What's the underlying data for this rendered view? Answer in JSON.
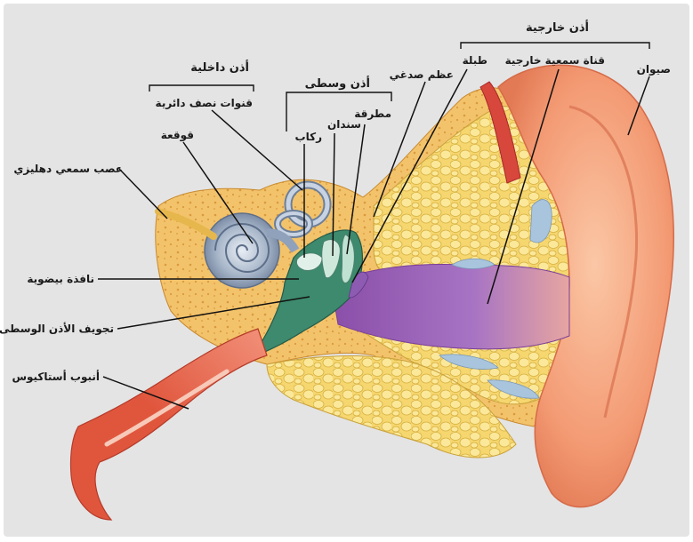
{
  "groups": {
    "outer_ear": "أذن خارجية",
    "middle_ear": "أذن وسطى",
    "inner_ear": "أذن داخلية"
  },
  "labels": {
    "pinna": "صيوان",
    "ear_canal": "قناة سمعية خارجية",
    "eardrum": "طبلة",
    "temporal_bone": "عظم صدغي",
    "hammer": "مطرقة",
    "anvil": "سندان",
    "stirrup": "ركاب",
    "semicircular_canals": "قنوات نصف دائرية",
    "cochlea": "قوقعة",
    "vestibulocochlear_nerve": "عصب سمعي دهليزي",
    "oval_window": "نافذة بيضوية",
    "middle_ear_cavity": "تجويف الأذن الوسطى",
    "eustachian_tube": "أنبوب أستاكيوس"
  }
}
